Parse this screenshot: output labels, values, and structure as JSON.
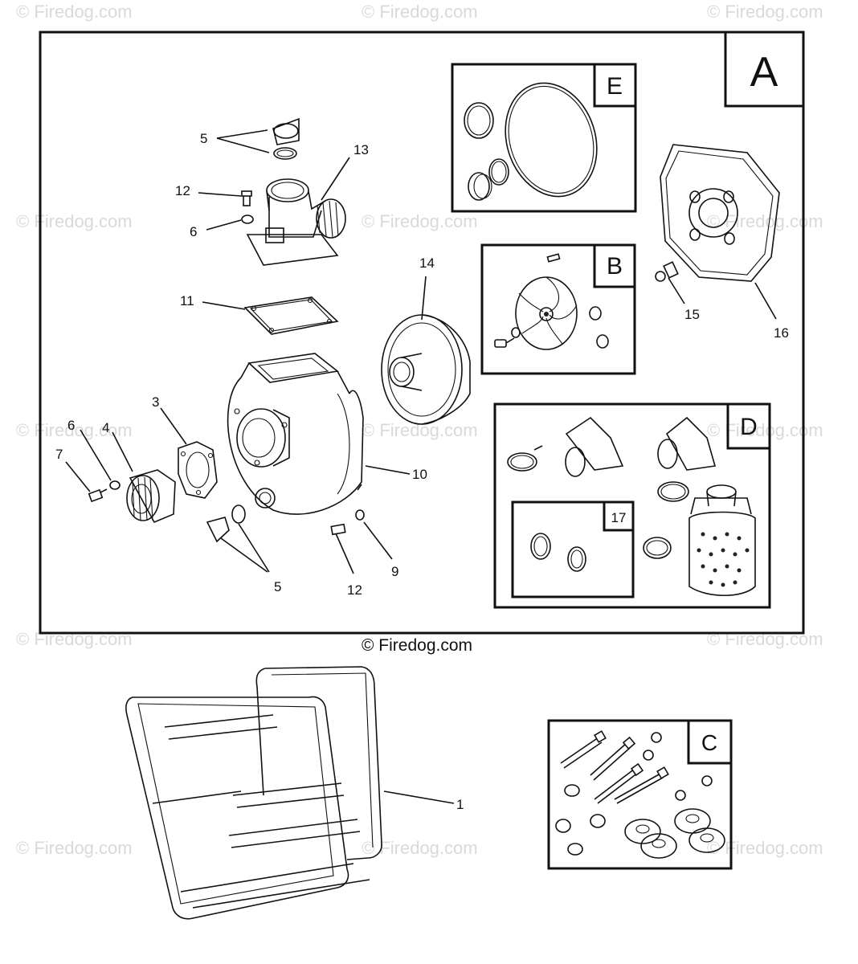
{
  "watermark": "© Firedog.com",
  "center_watermark": "© Firedog.com",
  "box_letters": {
    "a": "A",
    "b": "B",
    "c": "C",
    "d": "D",
    "e": "E",
    "kit17": "17"
  },
  "callouts": {
    "c1": "1",
    "c3": "3",
    "c4": "4",
    "c5a": "5",
    "c5b": "5",
    "c6a": "6",
    "c6b": "6",
    "c7": "7",
    "c9": "9",
    "c10": "10",
    "c11": "11",
    "c12a": "12",
    "c12b": "12",
    "c13": "13",
    "c14": "14",
    "c15": "15",
    "c16": "16"
  }
}
